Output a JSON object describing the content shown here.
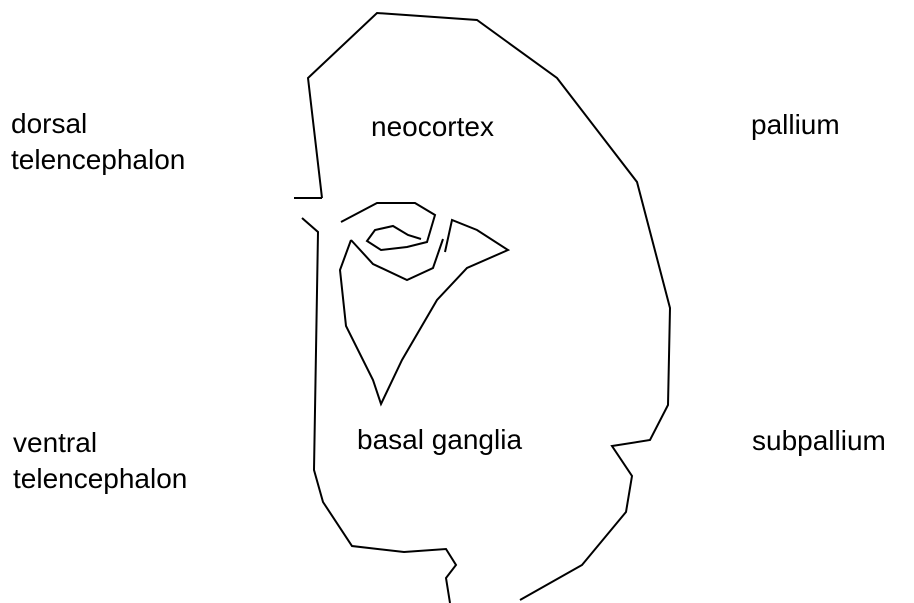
{
  "labels": {
    "dorsal_telencephalon": [
      "dorsal",
      "telencephalon"
    ],
    "ventral_telencephalon": [
      "ventral",
      "telencephalon"
    ],
    "neocortex": "neocortex",
    "basal_ganglia": "basal ganglia",
    "pallium": "pallium",
    "subpallium": "subpallium"
  },
  "colors": {
    "stroke": "#000000",
    "text": "#000000",
    "background": "#ffffff"
  }
}
